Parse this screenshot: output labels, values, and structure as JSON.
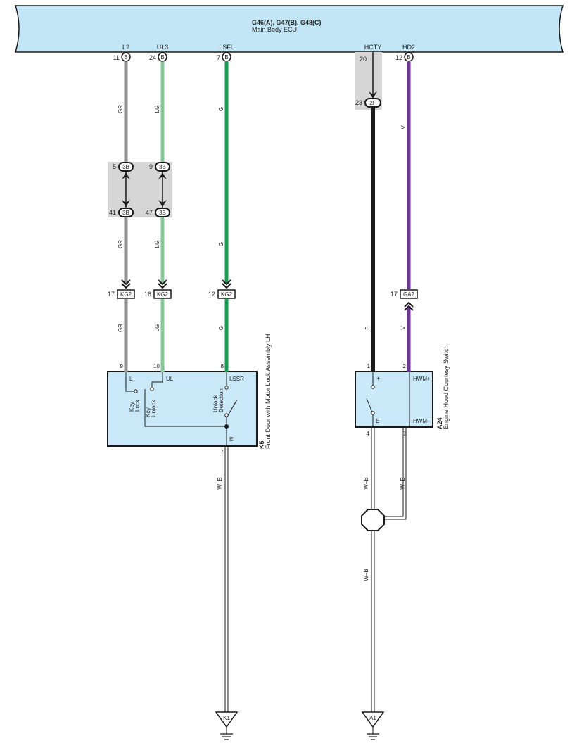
{
  "ecu": {
    "title": "G46(A), G47(B), G48(C)",
    "subtitle": "Main Body ECU"
  },
  "signals": [
    {
      "id": "l2",
      "name": "L2",
      "pin": "11",
      "conn": "B",
      "wire": "GR",
      "color": "#939393"
    },
    {
      "id": "ul3",
      "name": "UL3",
      "pin": "24",
      "conn": "B",
      "wire": "LG",
      "color": "#83cc9a"
    },
    {
      "id": "lsfl",
      "name": "LSFL",
      "pin": "7",
      "conn": "B",
      "wire": "G",
      "color": "#0ea24f"
    },
    {
      "id": "hcty",
      "name": "HCTY",
      "pin": "20",
      "wire": "B",
      "color": "#1a1a1a"
    },
    {
      "id": "hd2",
      "name": "HD2",
      "pin": "12",
      "conn": "B",
      "wire": "V",
      "color": "#6d3396"
    }
  ],
  "junction_3b": {
    "top": [
      {
        "pin": "5",
        "conn": "3B"
      },
      {
        "pin": "9",
        "conn": "3B"
      }
    ],
    "bottom": [
      {
        "pin": "41",
        "conn": "3B"
      },
      {
        "pin": "47",
        "conn": "3B"
      }
    ]
  },
  "junction_2f": {
    "pin": "23",
    "conn": "2F"
  },
  "inline_connectors": [
    {
      "pin": "17",
      "conn": "KG2"
    },
    {
      "pin": "16",
      "conn": "KG2"
    },
    {
      "pin": "12",
      "conn": "KG2"
    },
    {
      "pin": "17",
      "conn": "GA2"
    }
  ],
  "k5": {
    "code": "K5",
    "name": "Front Door with Motor Lock Assembly LH",
    "pins": {
      "l": "9",
      "ul": "10",
      "lssr": "8",
      "e": "7"
    },
    "terminals": {
      "l": "L",
      "ul": "UL",
      "lssr": "LSSR",
      "e": "E"
    },
    "labels": {
      "key_lock_1": "Key",
      "key_lock_2": "Lock",
      "key_unlock_1": "Key",
      "key_unlock_2": "Unlock",
      "unlock_det_1": "Unlock",
      "unlock_det_2": "Detection"
    }
  },
  "a24": {
    "code": "A24",
    "name": "Engine Hood Courtesy Switch",
    "pins": {
      "plus": "1",
      "hwm_plus": "2",
      "e": "4",
      "hwm_minus": "3"
    },
    "terminals": {
      "plus": "+",
      "e": "E",
      "hwm_plus": "HWM+",
      "hwm_minus": "HWM–"
    }
  },
  "ground_wires": {
    "k5": "W–B",
    "a24_e": "W–B",
    "a24_hwm": "W–B",
    "a24_main": "W–B"
  },
  "grounds": {
    "k1": "K1",
    "a1": "A1"
  },
  "colors": {
    "ecu_fill": "#c2e6f6",
    "component_fill": "#c9e9f8",
    "junction_fill": "#d6d6d6",
    "outline": "#1a1a1a"
  }
}
